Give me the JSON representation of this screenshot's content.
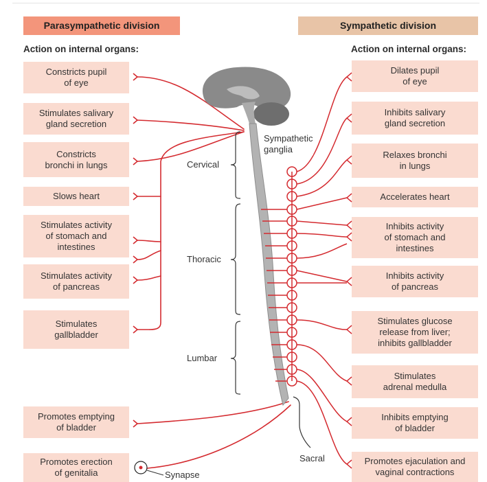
{
  "headers": {
    "parasympathetic": "Parasympathetic division",
    "sympathetic": "Sympathetic division"
  },
  "subheaders": {
    "left": "Action on internal organs:",
    "right": "Action on internal organs:"
  },
  "parasympathetic_actions": [
    "Constricts pupil\nof eye",
    "Stimulates salivary\ngland secretion",
    "Constricts\nbronchi in lungs",
    "Slows heart",
    "Stimulates activity\nof stomach and\nintestines",
    "Stimulates activity\nof pancreas",
    "Stimulates\ngallbladder",
    "Promotes emptying\nof bladder",
    "Promotes erection\nof genitalia"
  ],
  "sympathetic_actions": [
    "Dilates pupil\nof eye",
    "Inhibits salivary\ngland secretion",
    "Relaxes bronchi\nin lungs",
    "Accelerates heart",
    "Inhibits activity\nof stomach and\nintestines",
    "Inhibits activity\nof pancreas",
    "Stimulates glucose\nrelease from liver;\ninhibits gallbladder",
    "Stimulates\nadrenal medulla",
    "Inhibits emptying\nof bladder",
    "Promotes ejaculation and\nvaginal contractions"
  ],
  "labels": {
    "sympathetic_ganglia": "Sympathetic\nganglia",
    "cervical": "Cervical",
    "thoracic": "Thoracic",
    "lumbar": "Lumbar",
    "sacral": "Sacral",
    "synapse": "Synapse"
  },
  "colors": {
    "nerve": "#d42a2f",
    "para_header": "#f3957b",
    "symp_header": "#e8c4a7",
    "box": "#fadbd0",
    "brain": "#8a8a8a",
    "cord": "#b3b3b3"
  }
}
